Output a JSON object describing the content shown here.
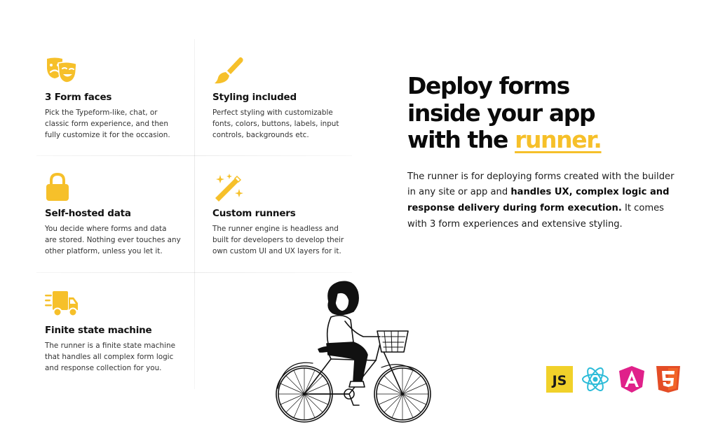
{
  "features": [
    {
      "icon": "theater-masks-icon",
      "title": "3 Form faces",
      "lines": [
        "Pick the Typeform-like, chat, or",
        "classic form experience, and then",
        "fully customize it for the occasion."
      ]
    },
    {
      "icon": "paintbrush-icon",
      "title": "Styling included",
      "lines": [
        "Perfect styling with customizable",
        "fonts, colors, buttons, labels, input",
        "controls, backgrounds etc."
      ]
    },
    {
      "icon": "lock-icon",
      "title": "Self-hosted data",
      "lines": [
        "You decide where forms and data",
        "are stored. Nothing ever touches any",
        "other platform, unless you let it."
      ]
    },
    {
      "icon": "magic-wand-icon",
      "title": "Custom runners",
      "lines": [
        "The runner engine is headless and",
        "built for developers to develop their",
        "own custom UI and UX layers for it."
      ]
    },
    {
      "icon": "delivery-truck-icon",
      "title": "Finite state machine",
      "lines": [
        "The runner is a finite state machine",
        "that handles all complex form logic",
        "and response collection for you."
      ]
    }
  ],
  "hero": {
    "title_line1": "Deploy forms",
    "title_line2": "inside your app",
    "title_line3_prefix": "with the ",
    "title_accent": "runner.",
    "desc_part1": "The runner is for deploying forms created with the builder in any site or app and ",
    "desc_bold": "handles UX, complex logic and response delivery during form execution.",
    "desc_part2": " It comes with 3 form experiences and extensive styling."
  },
  "tech_logos": {
    "js_label": "JS",
    "items": [
      "javascript-logo-icon",
      "react-logo-icon",
      "angular-logo-icon",
      "html5-logo-icon"
    ]
  },
  "illustration": "woman-riding-bicycle-illustration",
  "colors": {
    "accent": "#f6c02a",
    "text": "#111111",
    "angular": "#e0218a",
    "html5": "#e44d26",
    "react": "#2bbbd8",
    "js": "#f1d12a"
  }
}
